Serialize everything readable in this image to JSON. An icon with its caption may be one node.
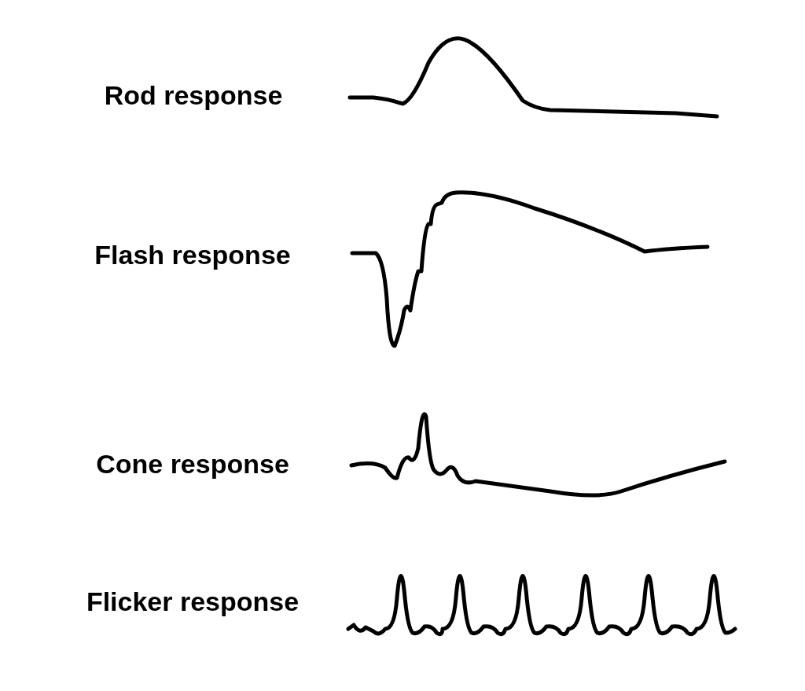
{
  "diagram": {
    "labels": [
      "Rod response",
      "Flash response",
      "Cone response",
      "Flicker response"
    ]
  }
}
